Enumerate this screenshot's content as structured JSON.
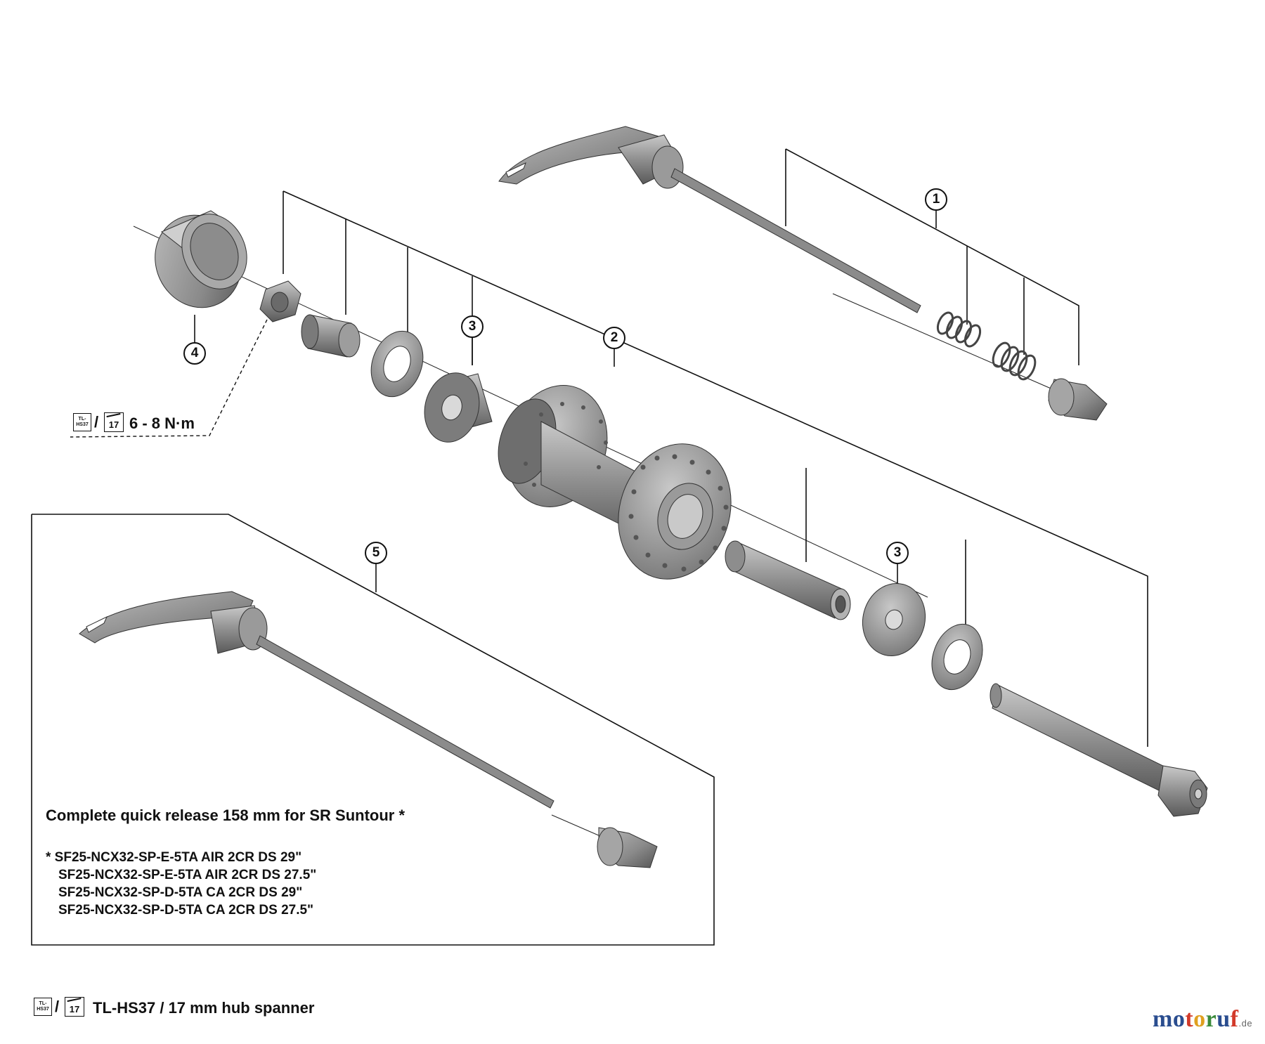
{
  "callouts": {
    "part1": "1",
    "part2": "2",
    "part3a": "3",
    "part3b": "3",
    "part4": "4",
    "part5": "5"
  },
  "torque": {
    "tool_icon_text": "TL-\nHS37",
    "tool_icon_17": "17",
    "separator": "/",
    "value": "6 - 8 N·m"
  },
  "inset": {
    "title": "Complete quick release 158 mm for SR Suntour *",
    "models": [
      "*  SF25-NCX32-SP-E-5TA AIR 2CR DS 29\"",
      "SF25-NCX32-SP-E-5TA AIR 2CR DS 27.5\"",
      "SF25-NCX32-SP-D-5TA CA 2CR DS 29\"",
      "SF25-NCX32-SP-D-5TA CA 2CR DS 27.5\""
    ]
  },
  "legend": {
    "tool_icon_text": "TL-\nHS37",
    "tool_icon_17": "17",
    "separator": "/",
    "text": "TL-HS37 / 17 mm hub spanner"
  },
  "watermark": {
    "letters": [
      "m",
      "o",
      "t",
      "o",
      "r",
      "u",
      "f"
    ],
    "colors": [
      "#2a4d8f",
      "#2a4d8f",
      "#d23a2a",
      "#e0a020",
      "#3a8a3a",
      "#2a4d8f",
      "#d23a2a"
    ],
    "suffix": ".de"
  },
  "colors": {
    "part_gray": "#8a8a8a",
    "part_dark": "#5e5e5e",
    "part_light": "#b8b8b8",
    "line": "#111111"
  }
}
